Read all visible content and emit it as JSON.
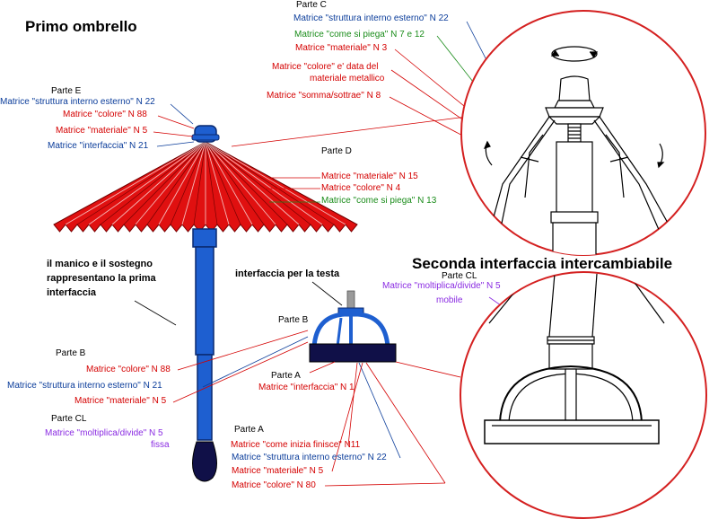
{
  "title_first": "Primo ombrello",
  "title_second": "Seconda interfaccia intercambiabile",
  "note_handle": [
    "il manico e il sostegno",
    "rappresentano la prima",
    "interfaccia"
  ],
  "note_head": "interfaccia per la testa",
  "parte_c": {
    "header": "Parte C",
    "items": [
      "Matrice \"struttura interno esterno\" N 22",
      "Matrice \"come si piega\" N 7 e 12",
      "Matrice \"materiale\" N 3",
      "Matrice \"colore\" e' data del",
      "materiale metallico",
      "Matrice \"somma/sottrae\" N 8"
    ]
  },
  "parte_e": {
    "header": "Parte E",
    "items": [
      "Matrice \"struttura interno esterno\" N 22",
      "Matrice \"colore\" N 88",
      "Matrice \"materiale\" N 5",
      "Matrice \"interfaccia\" N 21"
    ]
  },
  "parte_d": {
    "header": "Parte D",
    "items": [
      "Matrice \"materiale\" N 15",
      "Matrice \"colore\" N 4",
      "Matrice \"come si piega\" N 13"
    ]
  },
  "parte_b_left": {
    "header": "Parte B",
    "items": [
      "Matrice \"colore\" N 88",
      "Matrice \"struttura interno esterno\" N 21",
      "Matrice \"materiale\" N 5"
    ]
  },
  "parte_b_head": {
    "header": "Parte B"
  },
  "parte_a_head": {
    "header": "Parte A",
    "items": [
      "Matrice \"interfaccia\" N 1"
    ]
  },
  "parte_cl_left": {
    "header": "Parte CL",
    "items": [
      "Matrice \"moltiplica/divide\" N 5",
      "fissa"
    ]
  },
  "parte_a_bottom": {
    "header": "Parte A",
    "items": [
      "Matrice \"come inizia finisce\" N11",
      "Matrice \"struttura interno esterno\" N 22",
      "Matrice \"materiale\" N 5",
      "Matrice \"colore\" N 80"
    ]
  },
  "parte_cl_right": {
    "header": "Parte CL",
    "items": [
      "Matrice \"moltiplica/divide\" N 5",
      "mobile"
    ]
  },
  "colors": {
    "canopy": "#e01010",
    "handle": "#1e5fd0",
    "dark_navy": "#101048",
    "circle": "#d42020",
    "red_text": "#d40000",
    "blue_text": "#0a3c9a",
    "green_text": "#1a8c1a",
    "purple_text": "#8a2be2"
  }
}
